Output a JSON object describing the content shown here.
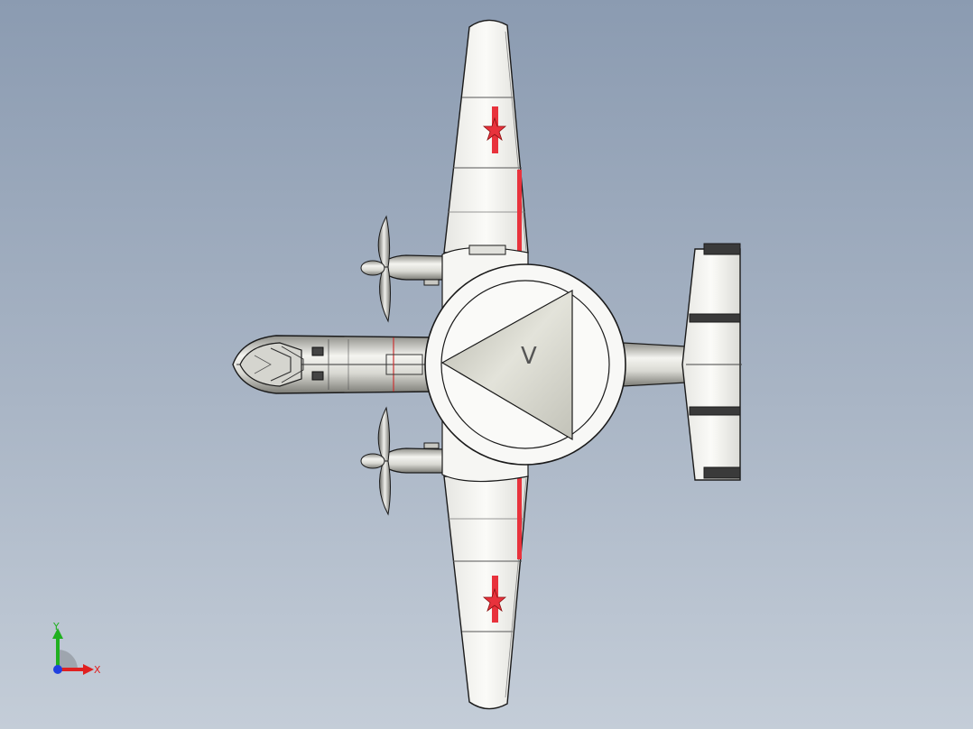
{
  "viewport": {
    "background_top": "#8b9bb1",
    "background_bottom": "#c4cdd8"
  },
  "model": {
    "rotodome_label": "V",
    "colors": {
      "airframe": "#f2f2ef",
      "outline": "#1a1a1a",
      "insignia_red": "#e8323c",
      "metal": "#c8c8c2",
      "dome_triangle": "#cfcfc6"
    }
  },
  "triad": {
    "x_label": "X",
    "y_label": "Y",
    "colors": {
      "x": "#e02020",
      "y": "#20b020",
      "z": "#2040e0"
    }
  }
}
